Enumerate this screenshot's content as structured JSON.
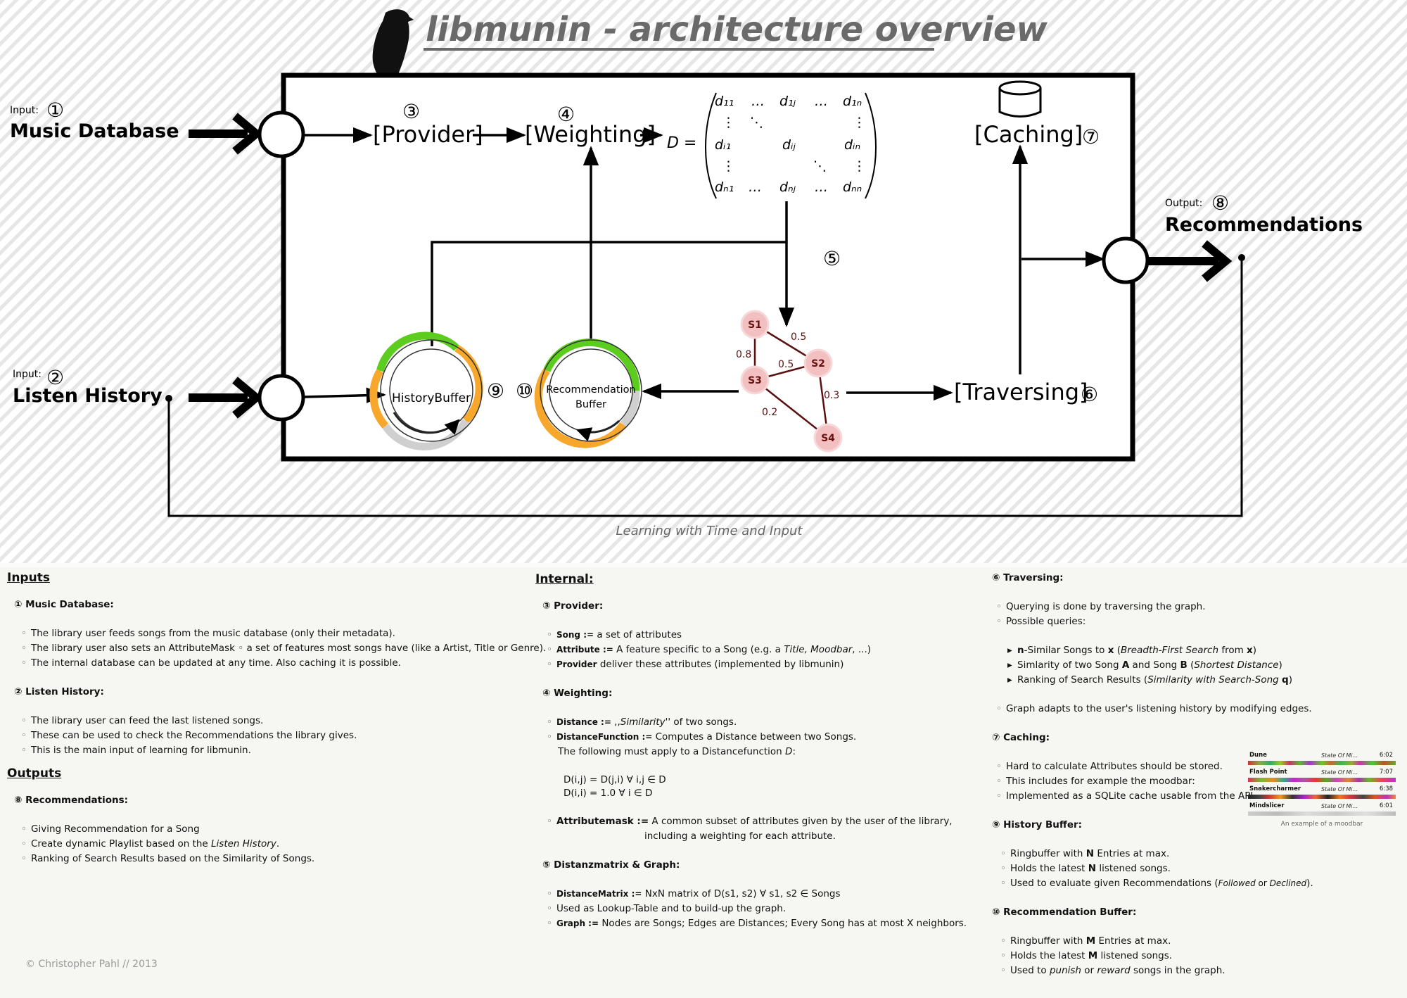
{
  "diagram": {
    "title": "libmunin - architecture overview",
    "footer_caption": "Learning with Time and Input",
    "input1": {
      "tag": "Input:",
      "num": "①",
      "name": "Music Database"
    },
    "input2": {
      "tag": "Input:",
      "num": "②",
      "name": "Listen History"
    },
    "output": {
      "tag": "Output:",
      "num": "⑧",
      "name": "Recommendations"
    },
    "provider": {
      "label": "[Provider]",
      "num": "③"
    },
    "weighting": {
      "label": "[Weighting]",
      "num": "④"
    },
    "caching": {
      "label": "[Caching]",
      "num": "⑦"
    },
    "traversing": {
      "label": "[Traversing]",
      "num": "⑥"
    },
    "matrix_num": "⑤",
    "history_buffer": {
      "label": "HistoryBuffer",
      "num": "⑨"
    },
    "recommendation_buffer": {
      "label1": "Recommendation",
      "label2": "Buffer",
      "num": "⑩"
    },
    "graph": {
      "nodes": [
        "S1",
        "S2",
        "S3",
        "S4"
      ],
      "edges": [
        "0.5",
        "0.8",
        "0.5",
        "0.3",
        "0.2"
      ]
    },
    "matrix": {
      "lhs": "D =",
      "r1": [
        "d₁₁",
        "…",
        "d₁ⱼ",
        "…",
        "d₁ₙ"
      ],
      "r2": [
        "⋮",
        "⋱",
        "⋮"
      ],
      "r3": [
        "dᵢ₁",
        "dᵢⱼ",
        "dᵢₙ"
      ],
      "r4": [
        "⋮",
        "⋱",
        "⋮"
      ],
      "r5": [
        "dₙ₁",
        "…",
        "dₙⱼ",
        "…",
        "dₙₙ"
      ]
    }
  },
  "notes": {
    "inputs_heading": "Inputs",
    "music_db_heading": "① Music Database:",
    "music_db_items": [
      "The library user feeds songs from the music database (only their metadata).",
      "The library user also sets an AttributeMask ◦ a set of features most songs have (like a Artist, Title or Genre).",
      "The internal database can be updated at any time. Also caching it is possible."
    ],
    "listen_heading": "② Listen History:",
    "listen_items": [
      "The library user can feed the last listened songs.",
      "These can be used to check the Recommendations the library gives.",
      "This is the main input of learning for libmunin."
    ],
    "outputs_heading": "Outputs",
    "rec_heading": "⑧ Recommendations:",
    "rec_item1": "Giving Recommendation for a Song",
    "rec_item2_a": "Create dynamic Playlist based on the ",
    "rec_item2_b": "Listen History",
    "rec_item2_c": ".",
    "rec_item3": "Ranking of Search Results based on the Similarity of Songs.",
    "copyright": "© Christopher Pahl // 2013",
    "internal_heading": "Internal:",
    "provider_heading": "③ Provider:",
    "song_term": "Song :=",
    "song_def": " a set of attributes",
    "attr_term": "Attribute :=",
    "attr_def_a": " A feature specific to a Song (e.g. a ",
    "attr_def_b": "Title, Moodbar",
    "attr_def_c": ", ...)",
    "prov_term": "Provider",
    "prov_def": " deliver these attributes (implemented by libmunin)",
    "weighting_heading": "④ Weighting:",
    "dist_term": "Distance :=",
    "dist_def_a": " ,,",
    "dist_def_b": "Similarity",
    "dist_def_c": "'' of two songs.",
    "distfn_term": "DistanceFunction :=",
    "distfn_def": " Computes a Distance between two Songs.",
    "distfn_line2_a": "The following must apply to a Distancefunction ",
    "distfn_line2_b": "D",
    "distfn_line2_c": ":",
    "formula1": "D(i,j) = D(j,i) ∀ i,j ∈ D",
    "formula2": "D(i,i) = 1.0 ∀ i ∈ D",
    "mask_term": "Attributemask :=",
    "mask_def1": " A common subset of attributes given by the user of the library,",
    "mask_def2": "including a weighting for each attribute.",
    "matrix_heading": "⑤ Distanzmatrix & Graph:",
    "dm_term": "DistanceMatrix :=",
    "dm_def": " NxN matrix of D(s1, s2) ∀ s1, s2 ∈ Songs",
    "dm_item2": "Used as Lookup-Table and to build-up the graph.",
    "graph_term": "Graph :=",
    "graph_def": " Nodes are Songs; Edges are Distances; Every Song has at most X neighbors.",
    "trav_heading": "⑥ Traversing:",
    "trav_item1": "Querying is done by traversing the graph.",
    "trav_item2": "Possible queries:",
    "q1_a": "n",
    "q1_b": "-Similar Songs to ",
    "q1_c": "x",
    "q1_d": " (",
    "q1_e": "Breadth-First Search",
    "q1_f": " from ",
    "q1_g": "x",
    "q1_h": ")",
    "q2_a": "Simlarity of two Song ",
    "q2_b": "A",
    "q2_c": " and Song ",
    "q2_d": "B",
    "q2_e": " (",
    "q2_f": "Shortest Distance",
    "q2_g": ")",
    "q3_a": "Ranking of Search Results (",
    "q3_b": "Similarity with Search-Song ",
    "q3_c": "q",
    "q3_d": ")",
    "trav_item3": "Graph adapts to the user's listening history by modifying edges.",
    "cache_heading": "⑦ Caching:",
    "cache_items": [
      "Hard to calculate Attributes should be stored.",
      "This includes for example the moodbar:",
      "Implemented as a SQLite cache usable from the API."
    ],
    "hb_heading": "⑨ History Buffer:",
    "hb1_a": "Ringbuffer with ",
    "hb1_b": "N",
    "hb1_c": " Entries at max.",
    "hb2_a": "Holds the latest ",
    "hb2_b": "N",
    "hb2_c": " listened songs.",
    "hb3_a": "Used to evaluate given Recommendations (",
    "hb3_b": "Followed",
    "hb3_c": " or ",
    "hb3_d": "Declined",
    "hb3_e": ").",
    "rb_heading": "⑩ Recommendation Buffer:",
    "rb1_a": "Ringbuffer with ",
    "rb1_b": "M",
    "rb1_c": " Entries at max.",
    "rb2_a": "Holds the latest ",
    "rb2_b": "M",
    "rb2_c": " listened songs.",
    "rb3_a": "Used to ",
    "rb3_b": "punish",
    "rb3_c": " or ",
    "rb3_d": "reward",
    "rb3_e": " songs in the graph."
  },
  "moodbar": {
    "caption": "An example of a moodbar",
    "rows": [
      {
        "name": "Dune",
        "album": "State Of Mi...",
        "time": "6:02"
      },
      {
        "name": "Flash Point",
        "album": "State Of Mi...",
        "time": "7:07"
      },
      {
        "name": "Snakercharmer",
        "album": "State Of Mi...",
        "time": "6:38"
      },
      {
        "name": "Mindslicer",
        "album": "State Of Mi...",
        "time": "6:01"
      }
    ]
  }
}
